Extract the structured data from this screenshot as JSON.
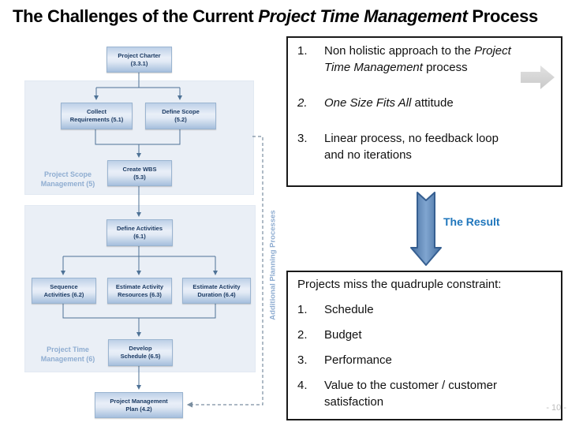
{
  "title": {
    "pre": "The Challenges of the Current ",
    "italic": "Project Time Management",
    "post": " Process"
  },
  "flowchart": {
    "boxes": {
      "charter": {
        "line1": "Project Charter",
        "line2": "(3.3.1)"
      },
      "collect": {
        "line1": "Collect",
        "line2": "Requirements (5.1)"
      },
      "scope": {
        "line1": "Define Scope",
        "line2": "(5.2)"
      },
      "wbs": {
        "line1": "Create WBS",
        "line2": "(5.3)"
      },
      "activities": {
        "line1": "Define Activities",
        "line2": "(6.1)"
      },
      "sequence": {
        "line1": "Sequence",
        "line2": "Activities (6.2)"
      },
      "resources": {
        "line1": "Estimate Activity",
        "line2": "Resources (6.3)"
      },
      "duration": {
        "line1": "Estimate Activity",
        "line2": "Duration (6.4)"
      },
      "schedule": {
        "line1": "Develop",
        "line2": "Schedule (6.5)"
      },
      "plan": {
        "line1": "Project Management",
        "line2": "Plan (4.2)"
      }
    },
    "groups": {
      "scope": {
        "line1": "Project Scope",
        "line2": "Management (5)"
      },
      "time": {
        "line1": "Project Time",
        "line2": "Management (6)"
      }
    },
    "side_label": "Additional Planning Processes"
  },
  "challenges": {
    "items": [
      {
        "num": "1.",
        "pre": "Non holistic approach to the ",
        "italic": "Project\nTime Management",
        "post": " process"
      },
      {
        "num": "2.",
        "pre": "",
        "italic": "One Size Fits All",
        "post": " attitude"
      },
      {
        "num": "3.",
        "pre": "Linear process, no feedback loop\nand no iterations",
        "italic": "",
        "post": ""
      }
    ]
  },
  "result": {
    "label": "The Result"
  },
  "outcome": {
    "heading": "Projects miss the quadruple constraint:",
    "items": [
      {
        "num": "1.",
        "text": "Schedule"
      },
      {
        "num": "2.",
        "text": "Budget"
      },
      {
        "num": "3.",
        "text": "Performance"
      },
      {
        "num": "4.",
        "text": "Value to the customer / customer\nsatisfaction"
      }
    ]
  },
  "page_number": "- 10 -",
  "colors": {
    "accent_blue": "#4f81bd",
    "label_blue": "#8fadd1",
    "result_blue": "#1f76bc",
    "arrow_gray": "#d6d6d6",
    "box_text_navy": "#1b3a63",
    "connector_blue": "#4e7296"
  }
}
